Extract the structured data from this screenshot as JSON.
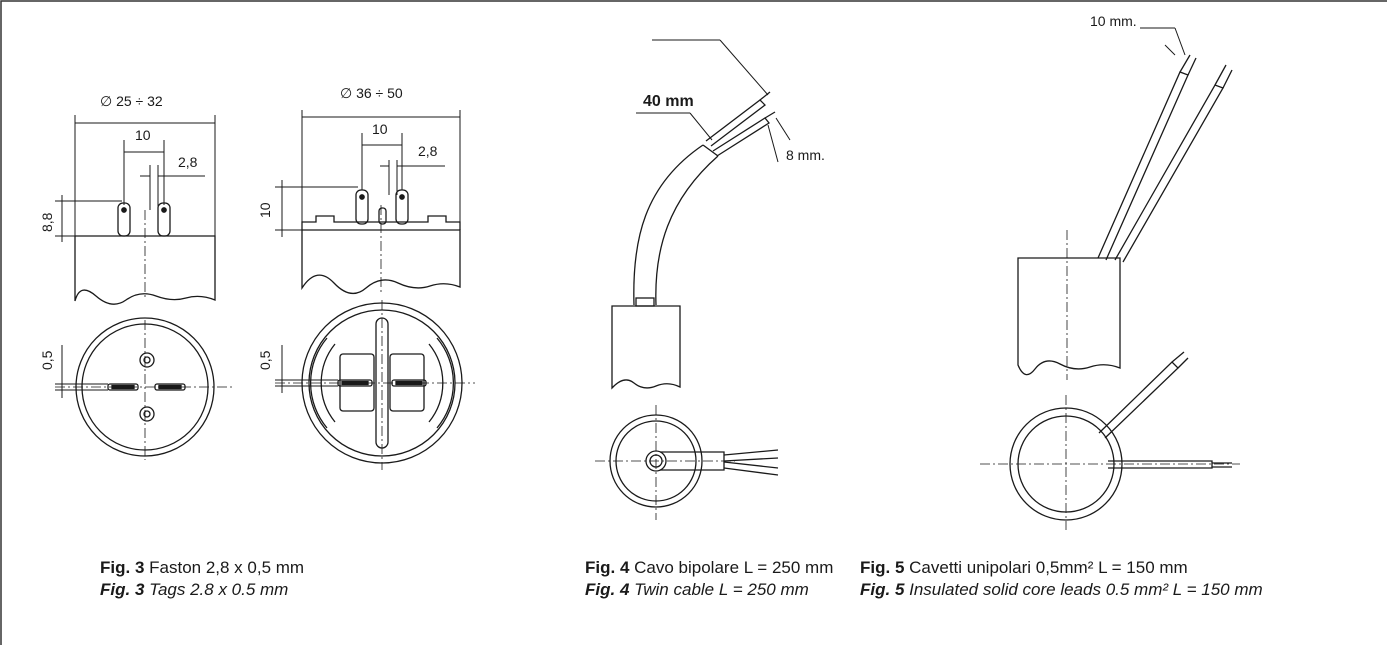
{
  "fig3": {
    "dim_dia_left": "∅ 25 ÷ 32",
    "dim_dia_right": "∅ 36 ÷ 50",
    "dim_pitch": "10",
    "dim_tab_width": "2,8",
    "dim_height_left": "8,8",
    "dim_height_right": "10",
    "dim_thickness": "0,5",
    "caption_it_bold": "Fig. 3",
    "caption_it_text": " Faston 2,8 x 0,5 mm",
    "caption_en_bold": "Fig. 3",
    "caption_en_text": " Tags 2.8 x 0.5 mm"
  },
  "fig4": {
    "dim_strip": "40 mm",
    "dim_bare": "8 mm.",
    "caption_it_bold": "Fig. 4",
    "caption_it_text": " Cavo bipolare L = 250 mm",
    "caption_en_bold": "Fig. 4",
    "caption_en_text": " Twin cable L = 250  mm"
  },
  "fig5": {
    "dim_bare": "10 mm.",
    "caption_it_bold": "Fig. 5",
    "caption_it_text": " Cavetti unipolari 0,5mm² L = 150 mm",
    "caption_en_bold": "Fig. 5",
    "caption_en_text": " Insulated solid core leads 0.5 mm²  L = 150 mm"
  }
}
